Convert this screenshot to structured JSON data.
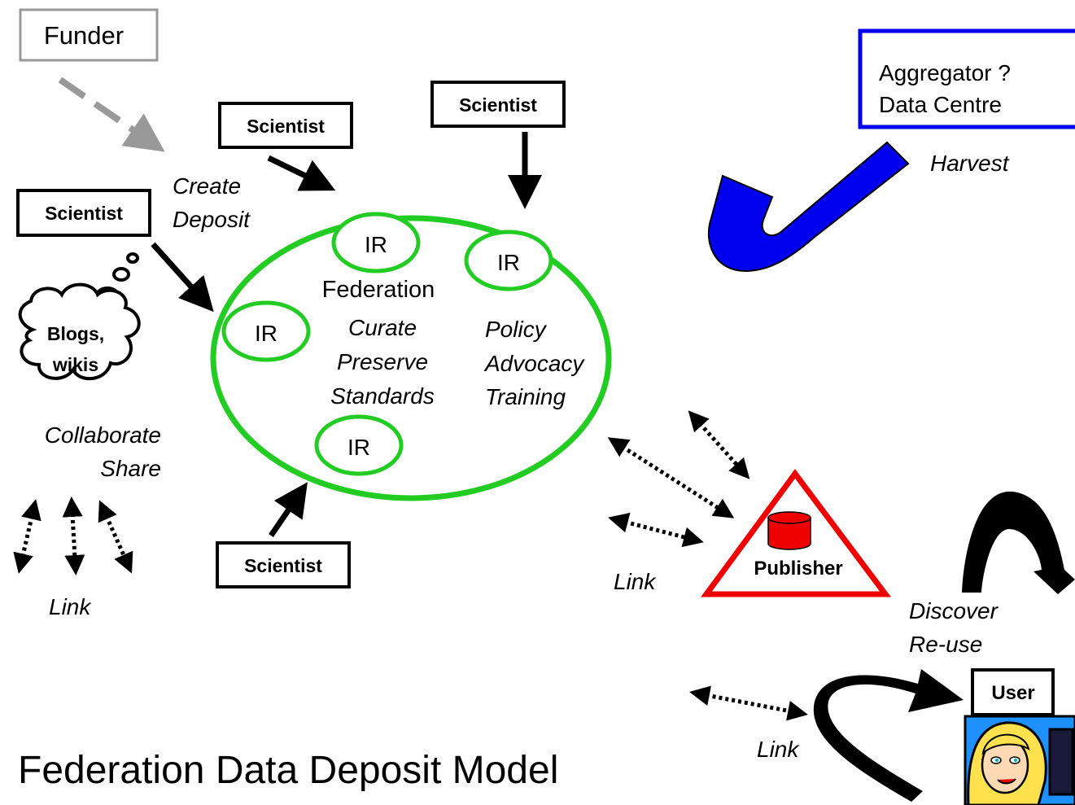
{
  "title": "Federation Data Deposit Model",
  "funder": "Funder",
  "scientist": "Scientist",
  "aggregator": [
    "Aggregator ?",
    "Data Centre"
  ],
  "harvest": "Harvest",
  "create_deposit": [
    "Create",
    "Deposit"
  ],
  "blogs": [
    "Blogs,",
    "wikis"
  ],
  "collaborate_share": [
    "Collaborate",
    "Share"
  ],
  "link": "Link",
  "ir": "IR",
  "federation": "Federation",
  "curate": [
    "Curate",
    "Preserve",
    "Standards"
  ],
  "policy": [
    "Policy",
    "Advocacy",
    "Training"
  ],
  "publisher": "Publisher",
  "discover_reuse": [
    "Discover",
    "Re-use"
  ],
  "user": "User",
  "colors": {
    "green": "#22cc22",
    "blue": "#0000ee",
    "red": "#ee0000",
    "gray": "#999999",
    "black": "#000000"
  }
}
